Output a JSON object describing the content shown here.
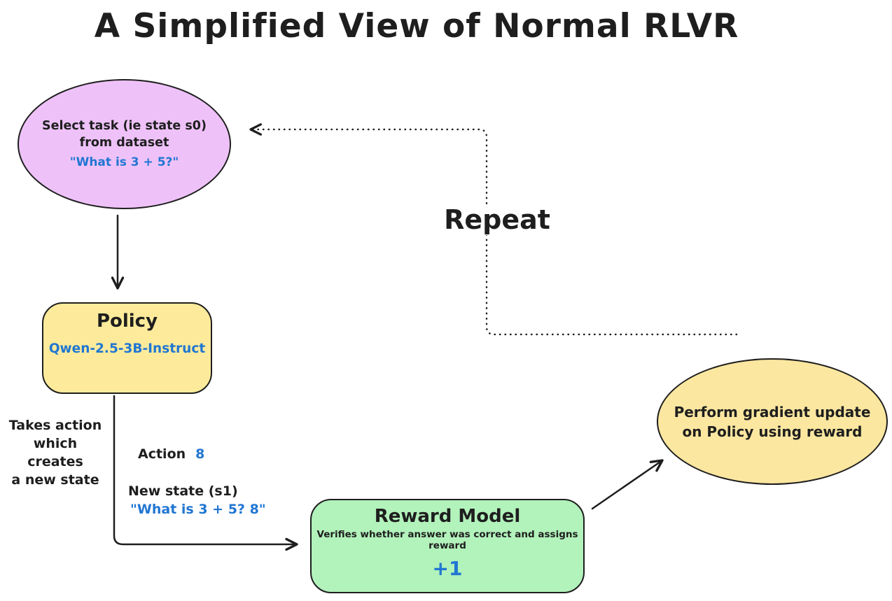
{
  "title": "A Simplified View of Normal RLVR",
  "colors": {
    "stroke": "#1e1e1e",
    "select_task_fill": "#eec2f8",
    "policy_fill": "#fdeb9b",
    "reward_fill": "#b2f2bb",
    "update_fill": "#fbe7a0",
    "accent_blue": "#2176d2",
    "background": "#ffffff"
  },
  "nodes": {
    "select_task": {
      "line1": "Select task (ie state s0)",
      "line2": "from dataset",
      "example": "\"What is 3 + 5?\""
    },
    "policy": {
      "title": "Policy",
      "model": "Qwen-2.5-3B-Instruct"
    },
    "reward_model": {
      "title": "Reward Model",
      "subtitle": "Verifies whether answer was correct and assigns reward",
      "reward": "+1"
    },
    "gradient_update": {
      "line1": "Perform gradient update",
      "line2": "on Policy using reward"
    }
  },
  "labels": {
    "takes_action": [
      "Takes action",
      "which",
      "creates",
      "a new state"
    ],
    "action_label": "Action",
    "action_value": "8",
    "new_state_label": "New state (s1)",
    "new_state_value": "\"What is 3 + 5? 8\"",
    "repeat": "Repeat"
  }
}
